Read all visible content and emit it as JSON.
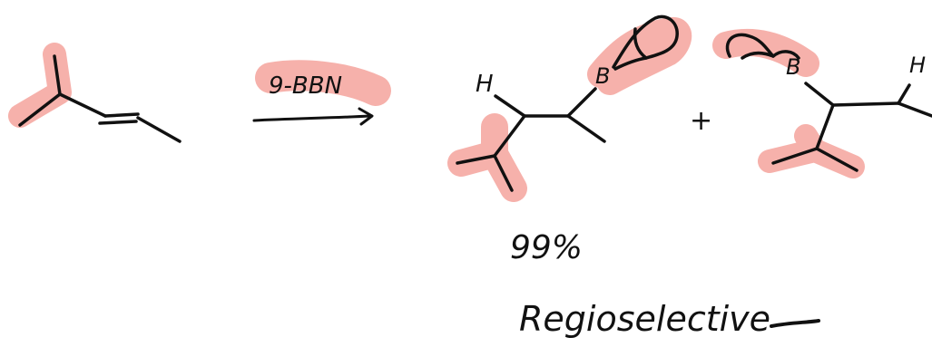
{
  "colors": {
    "ink": "#111111",
    "highlight": "#f4a39c",
    "background": "#ffffff"
  },
  "reaction": {
    "reagent": "9-BBN",
    "product_atoms": {
      "hydrogen_left": "H",
      "boron_left": "B",
      "boron_right": "B",
      "hydrogen_right": "H"
    },
    "plus_sign": "+",
    "yield": "99%",
    "note": "Regioselective"
  }
}
